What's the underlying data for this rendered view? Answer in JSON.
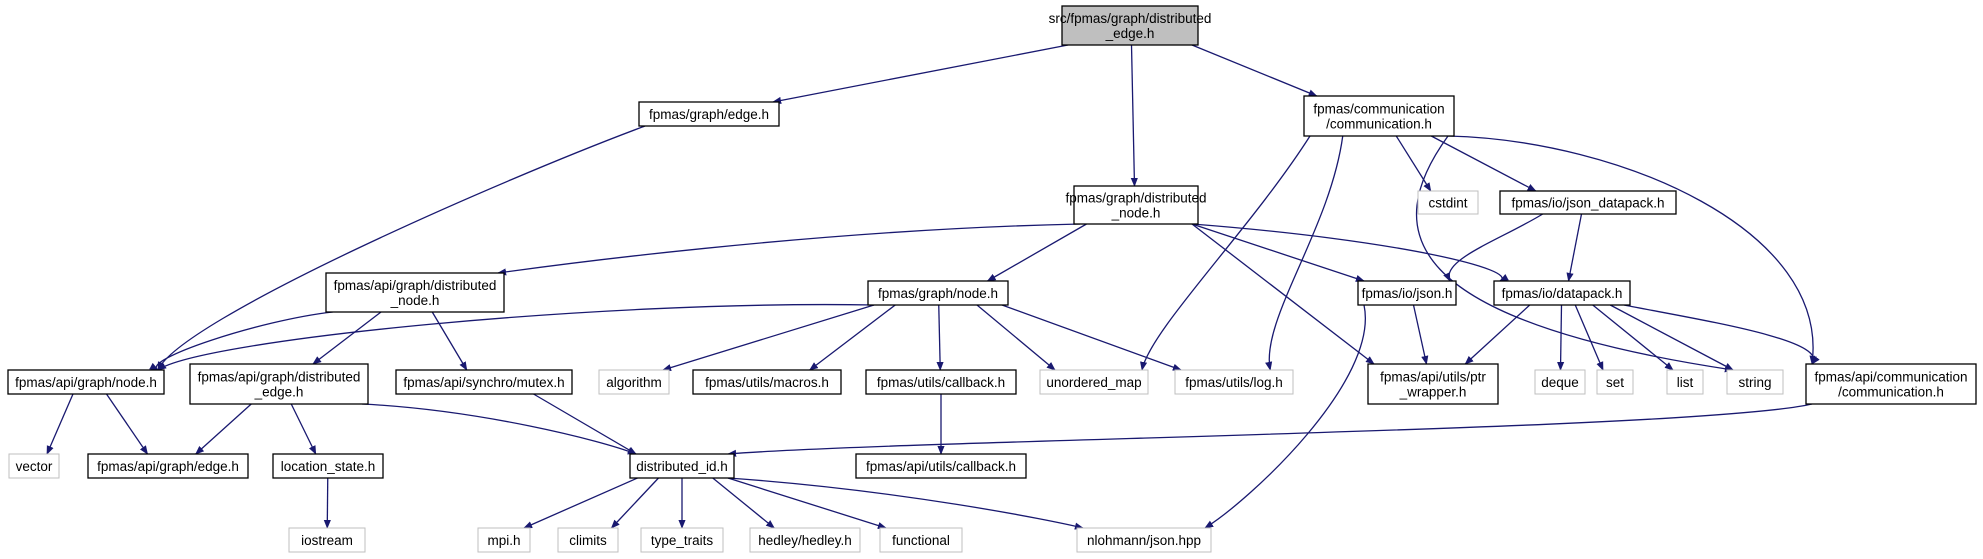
{
  "colors": {
    "edge": "#191970",
    "box_border": "#000000",
    "box_border_external": "#bfbfbf",
    "root_fill": "#bfbfbf",
    "box_fill": "#ffffff"
  },
  "nodes": [
    {
      "id": "root",
      "lines": [
        "src/fpmas/graph/distributed",
        "_edge.h"
      ],
      "kind": "root"
    },
    {
      "id": "graph_edge",
      "lines": [
        "fpmas/graph/edge.h"
      ],
      "kind": "internal"
    },
    {
      "id": "comm",
      "lines": [
        "fpmas/communication",
        "/communication.h"
      ],
      "kind": "internal"
    },
    {
      "id": "dist_node",
      "lines": [
        "fpmas/graph/distributed",
        "_node.h"
      ],
      "kind": "internal"
    },
    {
      "id": "cstdint",
      "lines": [
        "cstdint"
      ],
      "kind": "external"
    },
    {
      "id": "json_datapack",
      "lines": [
        "fpmas/io/json_datapack.h"
      ],
      "kind": "internal"
    },
    {
      "id": "api_dist_node",
      "lines": [
        "fpmas/api/graph/distributed",
        "_node.h"
      ],
      "kind": "internal"
    },
    {
      "id": "graph_node",
      "lines": [
        "fpmas/graph/node.h"
      ],
      "kind": "internal"
    },
    {
      "id": "io_json",
      "lines": [
        "fpmas/io/json.h"
      ],
      "kind": "internal"
    },
    {
      "id": "io_datapack",
      "lines": [
        "fpmas/io/datapack.h"
      ],
      "kind": "internal"
    },
    {
      "id": "api_node",
      "lines": [
        "fpmas/api/graph/node.h"
      ],
      "kind": "internal"
    },
    {
      "id": "api_dist_edge",
      "lines": [
        "fpmas/api/graph/distributed",
        "_edge.h"
      ],
      "kind": "internal"
    },
    {
      "id": "mutex",
      "lines": [
        "fpmas/api/synchro/mutex.h"
      ],
      "kind": "internal"
    },
    {
      "id": "algorithm",
      "lines": [
        "algorithm"
      ],
      "kind": "external"
    },
    {
      "id": "macros",
      "lines": [
        "fpmas/utils/macros.h"
      ],
      "kind": "internal"
    },
    {
      "id": "utils_callback",
      "lines": [
        "fpmas/utils/callback.h"
      ],
      "kind": "internal"
    },
    {
      "id": "unordered_map",
      "lines": [
        "unordered_map"
      ],
      "kind": "external"
    },
    {
      "id": "utils_log",
      "lines": [
        "fpmas/utils/log.h"
      ],
      "kind": "external"
    },
    {
      "id": "ptr_wrapper",
      "lines": [
        "fpmas/api/utils/ptr",
        "_wrapper.h"
      ],
      "kind": "internal"
    },
    {
      "id": "deque",
      "lines": [
        "deque"
      ],
      "kind": "external"
    },
    {
      "id": "set",
      "lines": [
        "set"
      ],
      "kind": "external"
    },
    {
      "id": "list",
      "lines": [
        "list"
      ],
      "kind": "external"
    },
    {
      "id": "string",
      "lines": [
        "string"
      ],
      "kind": "external"
    },
    {
      "id": "api_comm",
      "lines": [
        "fpmas/api/communication",
        "/communication.h"
      ],
      "kind": "internal"
    },
    {
      "id": "vector",
      "lines": [
        "vector"
      ],
      "kind": "external"
    },
    {
      "id": "api_edge",
      "lines": [
        "fpmas/api/graph/edge.h"
      ],
      "kind": "internal"
    },
    {
      "id": "location_state",
      "lines": [
        "location_state.h"
      ],
      "kind": "internal"
    },
    {
      "id": "distributed_id",
      "lines": [
        "distributed_id.h"
      ],
      "kind": "internal"
    },
    {
      "id": "api_callback",
      "lines": [
        "fpmas/api/utils/callback.h"
      ],
      "kind": "internal"
    },
    {
      "id": "iostream",
      "lines": [
        "iostream"
      ],
      "kind": "external"
    },
    {
      "id": "mpi",
      "lines": [
        "mpi.h"
      ],
      "kind": "external"
    },
    {
      "id": "climits",
      "lines": [
        "climits"
      ],
      "kind": "external"
    },
    {
      "id": "type_traits",
      "lines": [
        "type_traits"
      ],
      "kind": "external"
    },
    {
      "id": "hedley",
      "lines": [
        "hedley/hedley.h"
      ],
      "kind": "external"
    },
    {
      "id": "functional",
      "lines": [
        "functional"
      ],
      "kind": "external"
    },
    {
      "id": "nlohmann",
      "lines": [
        "nlohmann/json.hpp"
      ],
      "kind": "external"
    }
  ],
  "edges": [
    [
      "root",
      "graph_edge"
    ],
    [
      "root",
      "dist_node"
    ],
    [
      "root",
      "comm"
    ],
    [
      "graph_edge",
      "api_node"
    ],
    [
      "comm",
      "unordered_map"
    ],
    [
      "comm",
      "utils_log"
    ],
    [
      "comm",
      "cstdint"
    ],
    [
      "comm",
      "json_datapack"
    ],
    [
      "comm",
      "string"
    ],
    [
      "comm",
      "api_comm"
    ],
    [
      "dist_node",
      "api_dist_node"
    ],
    [
      "dist_node",
      "graph_node"
    ],
    [
      "dist_node",
      "io_json"
    ],
    [
      "dist_node",
      "io_datapack"
    ],
    [
      "dist_node",
      "ptr_wrapper"
    ],
    [
      "json_datapack",
      "io_json"
    ],
    [
      "json_datapack",
      "io_datapack"
    ],
    [
      "api_dist_node",
      "api_node"
    ],
    [
      "api_dist_node",
      "api_dist_edge"
    ],
    [
      "api_dist_node",
      "mutex"
    ],
    [
      "graph_node",
      "api_node"
    ],
    [
      "graph_node",
      "algorithm"
    ],
    [
      "graph_node",
      "macros"
    ],
    [
      "graph_node",
      "utils_callback"
    ],
    [
      "graph_node",
      "unordered_map"
    ],
    [
      "graph_node",
      "utils_log"
    ],
    [
      "io_json",
      "ptr_wrapper"
    ],
    [
      "io_json",
      "nlohmann"
    ],
    [
      "io_datapack",
      "ptr_wrapper"
    ],
    [
      "io_datapack",
      "deque"
    ],
    [
      "io_datapack",
      "set"
    ],
    [
      "io_datapack",
      "list"
    ],
    [
      "io_datapack",
      "string"
    ],
    [
      "io_datapack",
      "api_comm"
    ],
    [
      "api_node",
      "vector"
    ],
    [
      "api_node",
      "api_edge"
    ],
    [
      "api_dist_edge",
      "api_edge"
    ],
    [
      "api_dist_edge",
      "location_state"
    ],
    [
      "api_dist_edge",
      "distributed_id"
    ],
    [
      "mutex",
      "distributed_id"
    ],
    [
      "utils_callback",
      "api_callback"
    ],
    [
      "api_comm",
      "distributed_id"
    ],
    [
      "location_state",
      "iostream"
    ],
    [
      "distributed_id",
      "mpi"
    ],
    [
      "distributed_id",
      "climits"
    ],
    [
      "distributed_id",
      "type_traits"
    ],
    [
      "distributed_id",
      "hedley"
    ],
    [
      "distributed_id",
      "functional"
    ],
    [
      "distributed_id",
      "nlohmann"
    ]
  ]
}
